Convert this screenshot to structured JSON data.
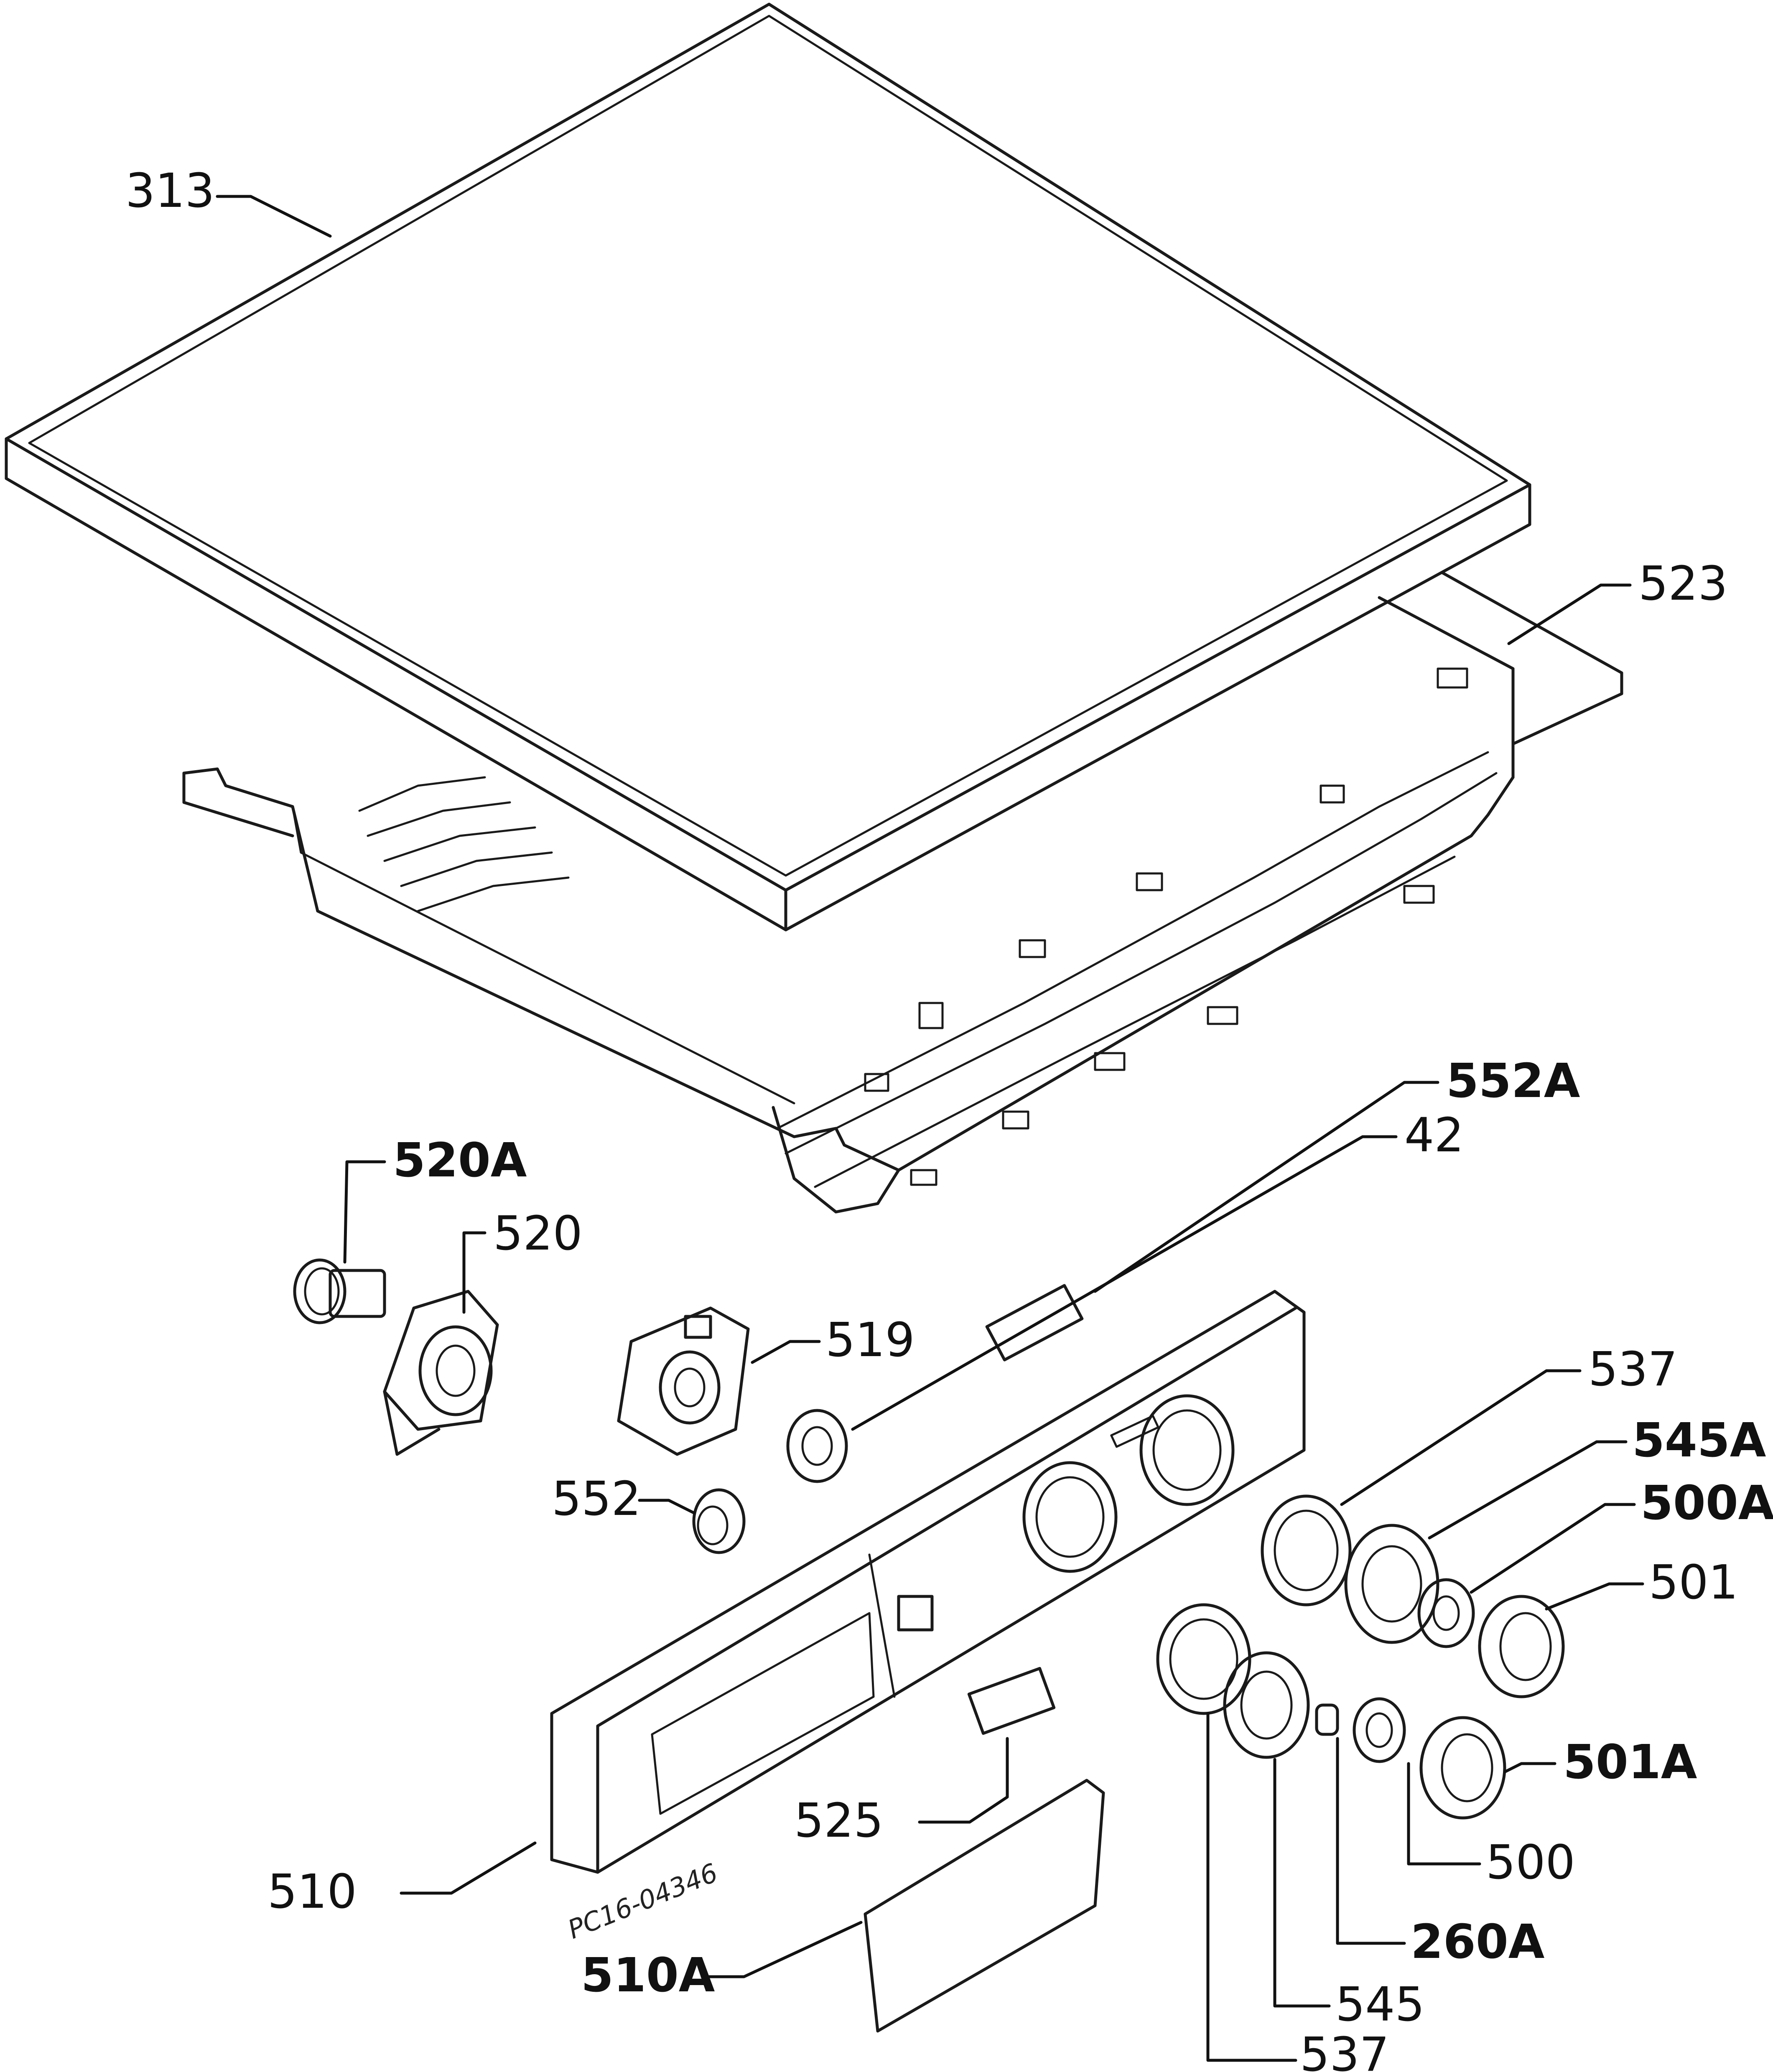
{
  "diagram": {
    "drawing_ref": "PC16-04346",
    "labels": {
      "p313": "313",
      "p523": "523",
      "p552A": "552A",
      "p42": "42",
      "p520A": "520A",
      "p520": "520",
      "p519": "519",
      "p537_top": "537",
      "p545A": "545A",
      "p500A": "500A",
      "p501": "501",
      "p552": "552",
      "p501A": "501A",
      "p525": "525",
      "p500": "500",
      "p510": "510",
      "p260A": "260A",
      "p545": "545",
      "p510A": "510A",
      "p537_bottom": "537"
    }
  }
}
